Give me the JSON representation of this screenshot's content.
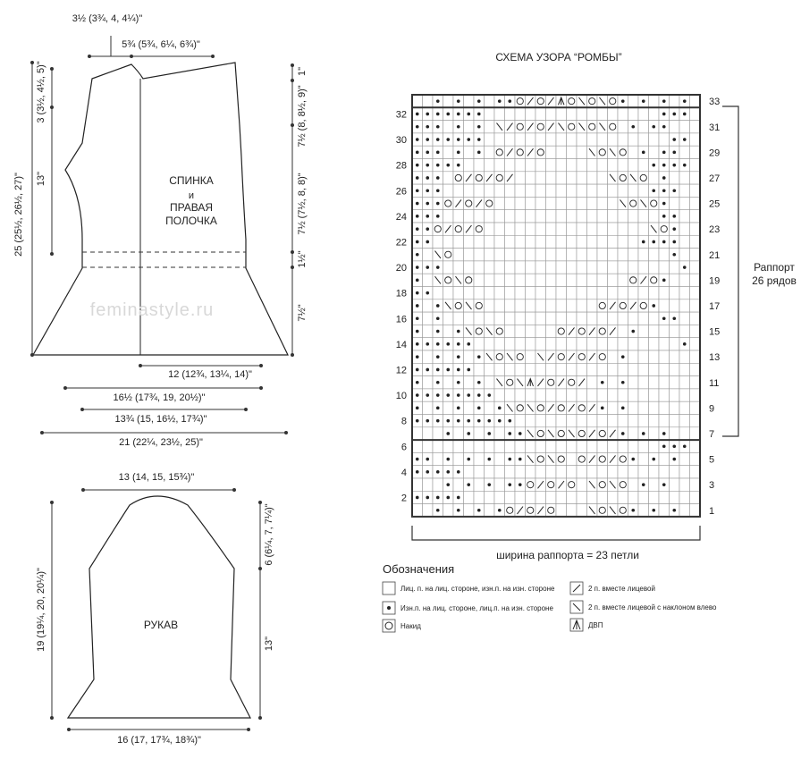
{
  "watermark": "feminastyle.ru",
  "pattern": {
    "title": "СХЕМА УЗОРА “РОМБЫ”",
    "repeat_label_line1": "Раппорт",
    "repeat_label_line2": "26 рядов",
    "width_label": "ширина раппорта = 23 петли",
    "cols": 28,
    "rows": 33,
    "right_row_numbers": [
      "33",
      "31",
      "29",
      "27",
      "25",
      "23",
      "21",
      "19",
      "17",
      "15",
      "13",
      "11",
      "9",
      "7",
      "5",
      "3",
      "1"
    ],
    "left_row_numbers": [
      "32",
      "30",
      "28",
      "26",
      "24",
      "22",
      "20",
      "18",
      "16",
      "14",
      "12",
      "10",
      "8",
      "6",
      "4",
      "2"
    ],
    "grid": [
      "..•.•.•.••O/O/▲O\\O\\O•.•.•.•",
      "•••••••.................•••",
      "•••.•.•.\\/O/O/\\O\\O\\O.•.••",
      "•••••••..................••",
      "•••.•.•.O/O/O....\\O\\O.•.••",
      "•••••..................••••",
      "•••.O/O/O/.........\\O\\O.•",
      "•••....................•••",
      "•••O/O/O............\\O\\O•",
      "•••.....................••",
      "••O/O/O................\\O•",
      "••....................••••",
      "•.\\O.....................•",
      "•••.......................•",
      "•.\\O\\O...............O/O•",
      "••.........................",
      "•.•\\O\\O...........O/O/O•",
      "•.•.....................••",
      "•.•.•\\O\\O.....O/O/O/.•",
      "••••••....................•",
      "•.•.•.•\\O\\O.\\/O/O/O.•.",
      "••••••.......................",
      "•.•.•.•.\\O\\▲/O/O/.•.•",
      "••••••••...................",
      "•.•.•.•.•\\O\\O/O/O/•.•.",
      "••••••••••.................",
      "...•.•.•.••\\O\\O\\O/O/•.•.•.",
      "........................•••",
      "••.•.•.•.••\\O\\O.O/O/O•.•.•",
      "•••••.............................",
      "...•.•.•.••O/O/O.\\O\\O.•.•.",
      "•••••............................",
      "..•.•.•.•O/O/O...\\O\\O•.•.•"
    ]
  },
  "legend": {
    "title": "Обозначения",
    "items": [
      {
        "symbol": "empty",
        "text": "Лиц. п. на лиц. стороне, изн.п. на изн. стороне"
      },
      {
        "symbol": "dot",
        "text": "Изн.п. на лиц. стороне, лиц.п. на изн. стороне"
      },
      {
        "symbol": "circle",
        "text": "Накид"
      },
      {
        "symbol": "slash",
        "text": "2 п. вместе лицевой"
      },
      {
        "symbol": "backslash",
        "text": "2 п. вместе лицевой с наклоном влево"
      },
      {
        "symbol": "caret",
        "text": "ДВП"
      }
    ]
  },
  "body_piece": {
    "label_lines": [
      "СПИНКА",
      "и",
      "ПРАВАЯ",
      "ПОЛОЧКА"
    ],
    "dims": {
      "top_neck": "3½ (3¾, 4, 4¼)\"",
      "top_shoulder": "5¾ (5¾, 6¼, 6¾)\"",
      "left_outer": "25 (25½, 26½, 27)\"",
      "left_upper": "3 (3½, 4½, 5)\"",
      "left_mid": "13\"",
      "right_1": "1\"",
      "right_2": "7½ (8, 8½, 9)\"",
      "right_3": "7½ (7½, 8, 8)\"",
      "right_4": "1½\"",
      "right_5": "7½\"",
      "bottom_1": "12 (12¾, 13¼, 14)\"",
      "bottom_2": "16½ (17¾, 19, 20½)\"",
      "bottom_3": "13¾ (15, 16½, 17¾)\"",
      "bottom_4": "21 (22¼, 23½, 25)\""
    }
  },
  "sleeve_piece": {
    "label": "РУКАВ",
    "dims": {
      "top": "13 (14, 15, 15¾)\"",
      "left": "19 (19¼, 20, 20¼)\"",
      "right_top": "6 (6¼, 7, 7¼)\"",
      "right_bottom": "13\"",
      "bottom": "16 (17, 17¾, 18¾)\""
    }
  }
}
